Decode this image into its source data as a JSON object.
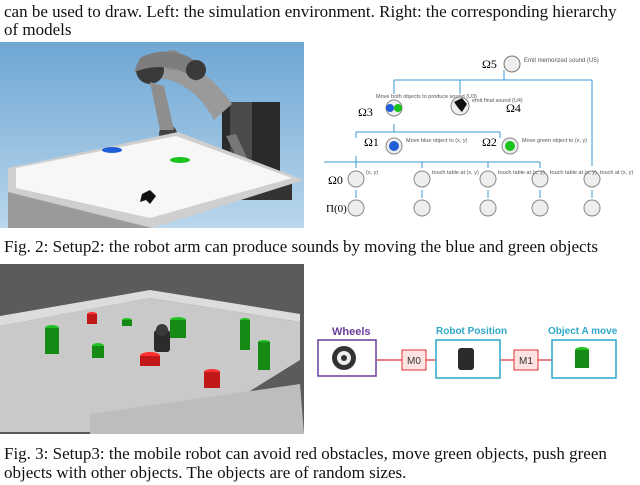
{
  "intro": {
    "line1": "can be used to draw. Left: the simulation environment. Right: the corresponding hierarchy",
    "line2": "of models"
  },
  "fig2": {
    "caption": "Fig. 2: Setup2: the robot arm can produce sounds by moving the blue and green objects",
    "tree": {
      "root_symbol": "Ω5",
      "root_label": "Emit memorized sound (U5)",
      "n3_symbol": "Ω3",
      "n3_label": "Move both objects to produce sound (U3)",
      "n4_symbol": "Ω4",
      "n4_label": "emit final sound (U4)",
      "n1_symbol": "Ω1",
      "n1_label": "Move blue object to (x, y)",
      "n2_symbol": "Ω2",
      "n2_label": "Move green object to (x, y)",
      "level0_symbol": "Ω0",
      "leaf_labels": [
        "(x, y)",
        "touch table at (x, y)",
        "touch table at (x, y)",
        "touch table at (x, y)",
        "touch at (x, y)"
      ],
      "base_symbol": "Π(0)"
    }
  },
  "fig3": {
    "caption_line1": "Fig. 3: Setup3: the mobile robot can avoid red obstacles, move green objects, push green",
    "caption_line2": "objects with other objects. The objects are of random sizes.",
    "chain": {
      "wheels": "Wheels",
      "robot_position": "Robot Position",
      "object_a_move": "Object A move",
      "m0": "M0",
      "m1": "M1"
    }
  },
  "colors": {
    "model_box": "#2ea8c8",
    "title_blue": "#1f3fb0",
    "wheels_purple": "#6a3d9a",
    "link_red": "#e23030",
    "tree_line": "#3a9ad9"
  }
}
